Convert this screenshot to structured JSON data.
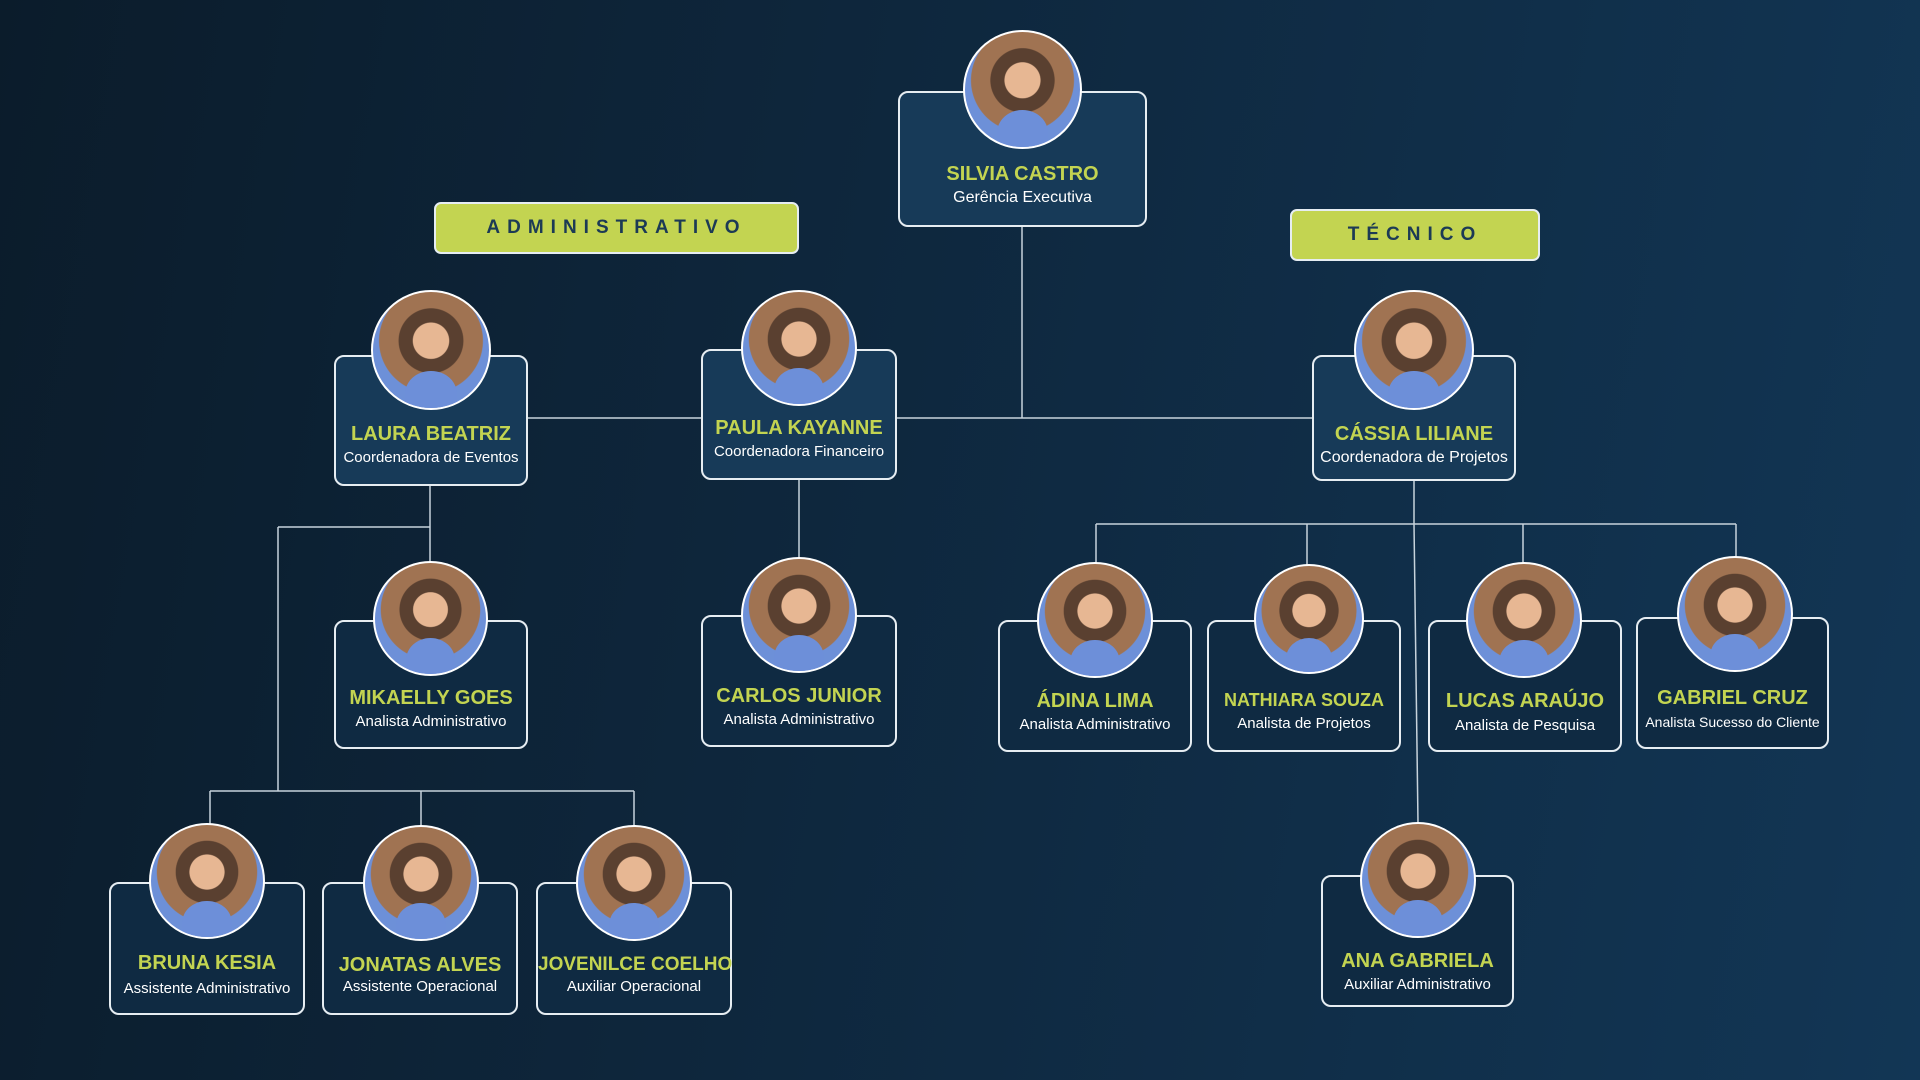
{
  "departments": {
    "administrativo": "ADMINISTRATIVO",
    "tecnico": "TÉCNICO"
  },
  "people": {
    "silvia": {
      "name": "SILVIA CASTRO",
      "role": "Gerência Executiva"
    },
    "laura": {
      "name": "LAURA BEATRIZ",
      "role": "Coordenadora de Eventos"
    },
    "paula": {
      "name": "PAULA KAYANNE",
      "role": "Coordenadora Financeiro"
    },
    "cassia": {
      "name": "CÁSSIA LILIANE",
      "role": "Coordenadora de Projetos"
    },
    "mikaelly": {
      "name": "MIKAELLY GOES",
      "role": "Analista Administrativo"
    },
    "carlos": {
      "name": "CARLOS JUNIOR",
      "role": "Analista Administrativo"
    },
    "adina": {
      "name": "ÁDINA LIMA",
      "role": "Analista Administrativo"
    },
    "nathiara": {
      "name": "NATHIARA SOUZA",
      "role": "Analista de Projetos"
    },
    "lucas": {
      "name": "LUCAS ARAÚJO",
      "role": "Analista de Pesquisa"
    },
    "gabriel": {
      "name": "GABRIEL CRUZ",
      "role": "Analista Sucesso do Cliente"
    },
    "bruna": {
      "name": "BRUNA KESIA",
      "role": "Assistente Administrativo"
    },
    "jonatas": {
      "name": "JONATAS ALVES",
      "role": "Assistente Operacional"
    },
    "jovenilce": {
      "name": "JOVENILCE COELHO",
      "role": "Auxiliar Operacional"
    },
    "ana": {
      "name": "ANA GABRIELA",
      "role": "Auxiliar Administrativo"
    }
  },
  "colors": {
    "accent": "#c3d451",
    "card": "#173a58",
    "line": "#c7d3dc",
    "background": "#0f2a42"
  }
}
